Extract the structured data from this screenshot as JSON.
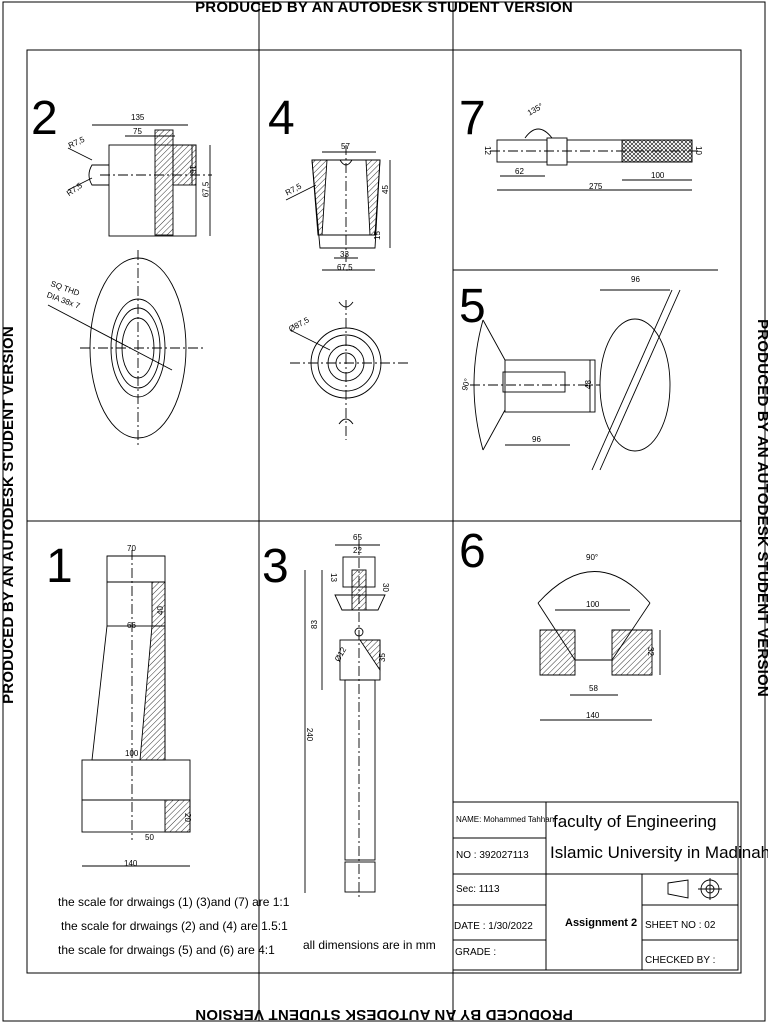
{
  "watermark": "PRODUCED BY AN AUTODESK STUDENT VERSION",
  "panels": {
    "p2": {
      "number": "2",
      "dims": [
        "135",
        "75",
        "R7,5",
        "R7,5",
        "15",
        "67,5"
      ],
      "thread_note_1": "SQ THD",
      "thread_note_2": "DIA 38x 7"
    },
    "p4": {
      "number": "4",
      "dims": [
        "57",
        "R7,5",
        "45",
        "15",
        "33",
        "67,5",
        "Ø87,5"
      ]
    },
    "p7": {
      "number": "7",
      "dims": [
        "135°",
        "12",
        "62",
        "100",
        "275",
        "10"
      ]
    },
    "p5": {
      "number": "5",
      "dims": [
        "96",
        "90°",
        "48",
        "96"
      ]
    },
    "p1": {
      "number": "1",
      "dims": [
        "70",
        "40",
        "66",
        "100",
        "50",
        "20",
        "140"
      ]
    },
    "p3": {
      "number": "3",
      "dims": [
        "65",
        "22",
        "13",
        "30",
        "83",
        "Ø12",
        "35",
        "240"
      ]
    },
    "p6": {
      "number": "6",
      "dims": [
        "90°",
        "100",
        "32",
        "58",
        "140"
      ]
    }
  },
  "notes": {
    "scale_1": "the scale for  drwaings (1) (3)and (7) are 1:1",
    "scale_2": "the scale for  drwaings (2) and (4) are 1.5:1",
    "scale_3": "the scale for  drwaings (5) and (6) are 4:1",
    "dimensions": "all dimensions are in mm"
  },
  "title_block": {
    "name": "NAME: Mohammed Tahhan",
    "faculty": "faculty of Engineering",
    "no": "NO : 392027113",
    "university": "Islamic University in Madinah",
    "sec": "Sec: 1113",
    "date": "DATE : 1/30/2022",
    "assignment": "Assignment 2",
    "sheet_no": "SHEET NO : 02",
    "grade": "GRADE :",
    "checked_by": "CHECKED BY :"
  }
}
